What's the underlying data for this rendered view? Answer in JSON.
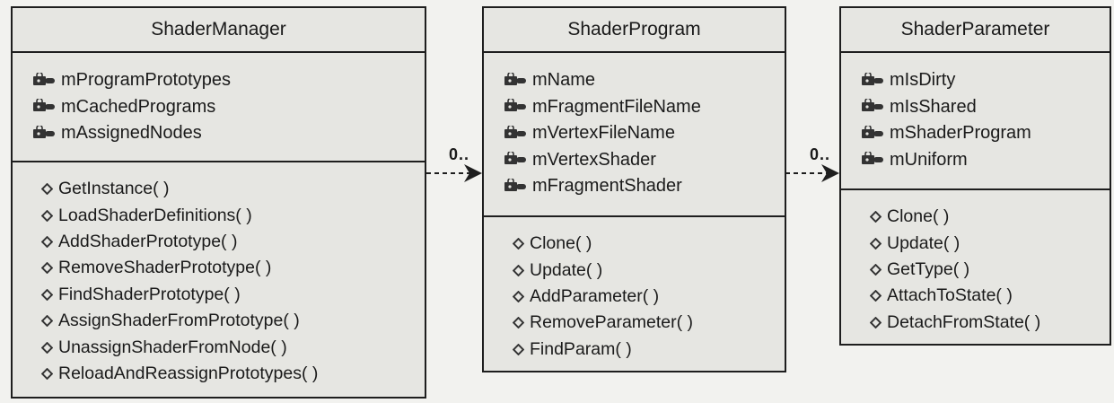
{
  "classes": {
    "shader_manager": {
      "name": "ShaderManager",
      "attributes": [
        "mProgramPrototypes",
        "mCachedPrograms",
        "mAssignedNodes"
      ],
      "operations": [
        "GetInstance( )",
        "LoadShaderDefinitions( )",
        "AddShaderPrototype( )",
        "RemoveShaderPrototype( )",
        "FindShaderPrototype( )",
        "AssignShaderFromPrototype( )",
        "UnassignShaderFromNode( )",
        "ReloadAndReassignPrototypes( )"
      ]
    },
    "shader_program": {
      "name": "ShaderProgram",
      "attributes": [
        "mName",
        "mFragmentFileName",
        "mVertexFileName",
        "mVertexShader",
        "mFragmentShader"
      ],
      "operations": [
        "Clone( )",
        "Update( )",
        "AddParameter( )",
        "RemoveParameter( )",
        "FindParam( )"
      ]
    },
    "shader_parameter": {
      "name": "ShaderParameter",
      "attributes": [
        "mIsDirty",
        "mIsShared",
        "mShaderProgram",
        "mUniform"
      ],
      "operations": [
        "Clone( )",
        "Update( )",
        "GetType( )",
        "AttachToState( )",
        "DetachFromState( )"
      ]
    }
  },
  "associations": {
    "manager_to_program": {
      "multiplicity": "0.."
    },
    "program_to_parameter": {
      "multiplicity": "0.."
    }
  },
  "icons": {
    "attribute": "private-attribute-icon",
    "operation": "operation-diamond-icon"
  },
  "colors": {
    "box_fill": "#e6e6e2",
    "border": "#1e1e1e",
    "background": "#f2f2ef"
  }
}
